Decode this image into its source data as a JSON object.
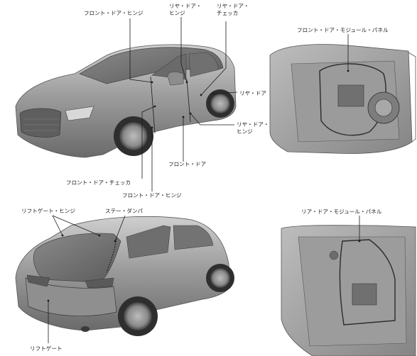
{
  "front_car_labels": {
    "front_door_hinge_top": "フロント・ドア・ヒンジ",
    "rear_door_hinge_top_line1": "リヤ・ドア・",
    "rear_door_hinge_top_line2": "ヒンジ",
    "rear_door_checker_line1": "リヤ・ドア・",
    "rear_door_checker_line2": "チェッカ",
    "rear_door": "リヤ・ドア",
    "rear_door_hinge_bottom_line1": "リヤ・ドア・",
    "rear_door_hinge_bottom_line2": "ヒンジ",
    "front_door": "フロント・ドア",
    "front_door_checker": "フロント・ドア・チェッカ",
    "front_door_hinge_bottom": "フロント・ドア・ヒンジ"
  },
  "front_panel_label": "フロント・ドア・モジュール・パネル",
  "rear_car_labels": {
    "liftgate_hinge": "リフトゲート・ヒンジ",
    "stay_damper": "ステー・ダンパ",
    "liftgate": "リフトゲート"
  },
  "rear_panel_label": "リア・ドア・モジュール・パネル"
}
